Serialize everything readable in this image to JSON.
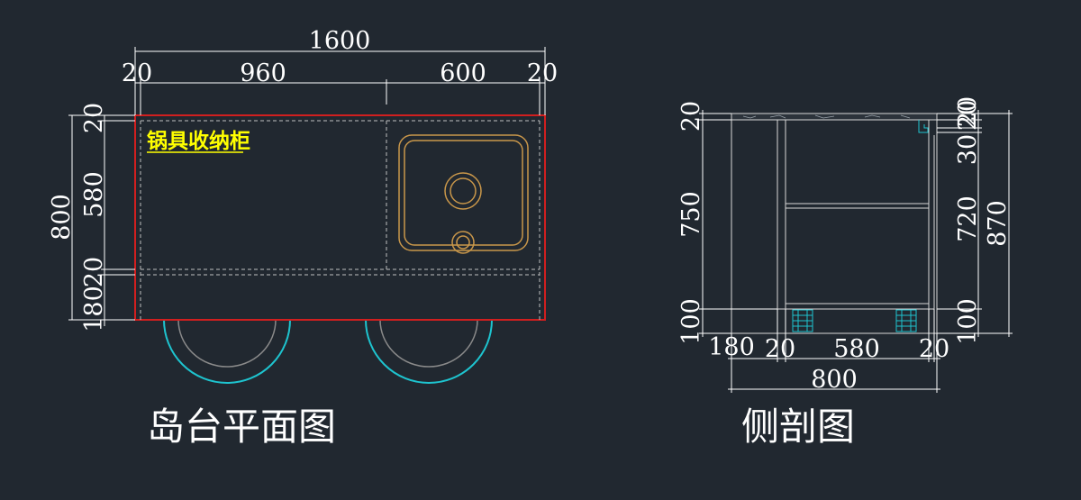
{
  "plan": {
    "title": "岛台平面图",
    "overall_width": "1600",
    "widths": [
      "20",
      "960",
      "600",
      "20"
    ],
    "depth_total": "800",
    "depths": [
      "20",
      "580",
      "20",
      "180"
    ],
    "cabinet_label": "锅具收纳柜"
  },
  "section": {
    "title": "侧剖图",
    "left_heights": [
      "20",
      "750",
      "100"
    ],
    "right_heights": [
      "20",
      "30",
      "20",
      "720",
      "100"
    ],
    "overall_height": "870",
    "bottom_widths": [
      "180",
      "20",
      "580",
      "20"
    ],
    "overall_width": "800"
  },
  "colors": {
    "background": "#212830",
    "outline_red": "#d11f1f",
    "sink_gold": "#c9974a",
    "wheel_cyan": "#1ec4cf",
    "label_yellow": "#ffff00",
    "dimension_white": "#ffffff"
  }
}
